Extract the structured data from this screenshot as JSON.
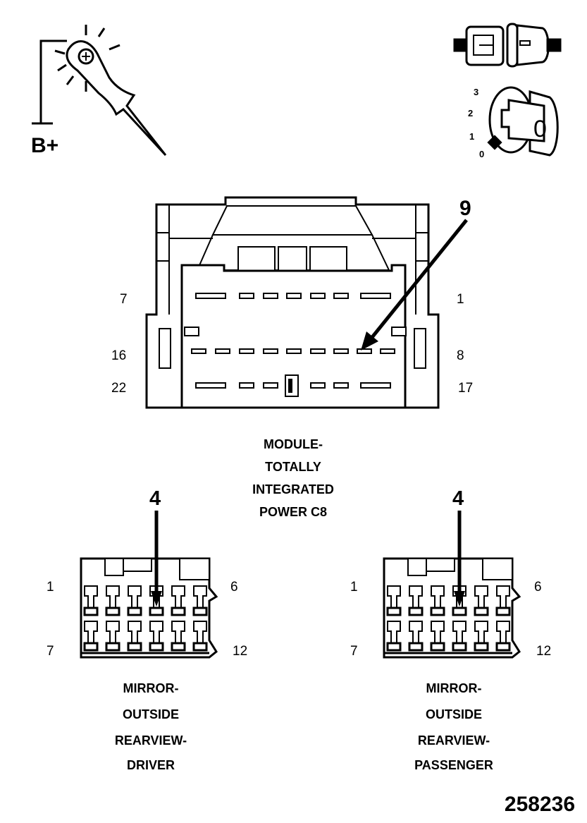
{
  "probe": {
    "label": "B+"
  },
  "ignition_positions": [
    "3",
    "2",
    "1",
    "0"
  ],
  "key_symbol": "0",
  "module": {
    "callout": "9",
    "caption": [
      "MODULE-",
      "TOTALLY",
      "INTEGRATED",
      "POWER C8"
    ],
    "pins": {
      "top_left": "7",
      "top_right": "1",
      "mid_left": "16",
      "mid_right": "8",
      "bottom_left": "22",
      "bottom_right": "17"
    }
  },
  "mirror_driver": {
    "callout": "4",
    "caption": [
      "MIRROR-",
      "OUTSIDE",
      "REARVIEW-",
      "DRIVER"
    ],
    "pins": {
      "top_left": "1",
      "top_right": "6",
      "bottom_left": "7",
      "bottom_right": "12"
    }
  },
  "mirror_passenger": {
    "callout": "4",
    "caption": [
      "MIRROR-",
      "OUTSIDE",
      "REARVIEW-",
      "PASSENGER"
    ],
    "pins": {
      "top_left": "1",
      "top_right": "6",
      "bottom_left": "7",
      "bottom_right": "12"
    }
  },
  "figure_number": "258236"
}
